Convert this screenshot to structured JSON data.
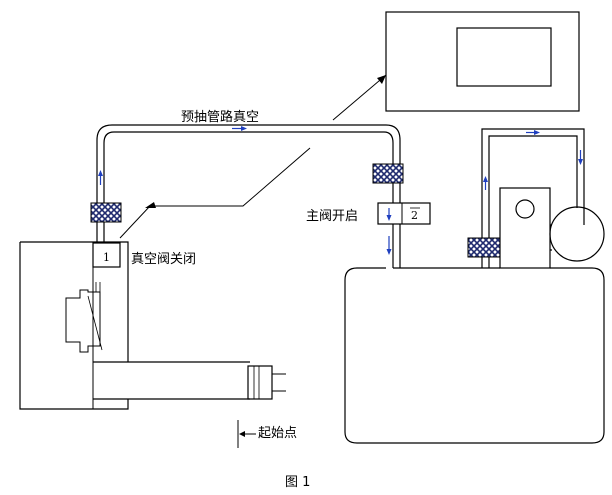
{
  "labels": {
    "pipe_vacuum": "预抽管路真空",
    "valve1_state": "真空阀关闭",
    "valve2_state": "主阀开启",
    "start_point": "起始点"
  },
  "valves": {
    "valve1_number": "1",
    "valve2_number": "2"
  },
  "caption": "图 1",
  "colors": {
    "line": "#000000",
    "filter_fill": "#1e2a6e",
    "arrow": "#1f3fbf",
    "background": "#ffffff"
  }
}
